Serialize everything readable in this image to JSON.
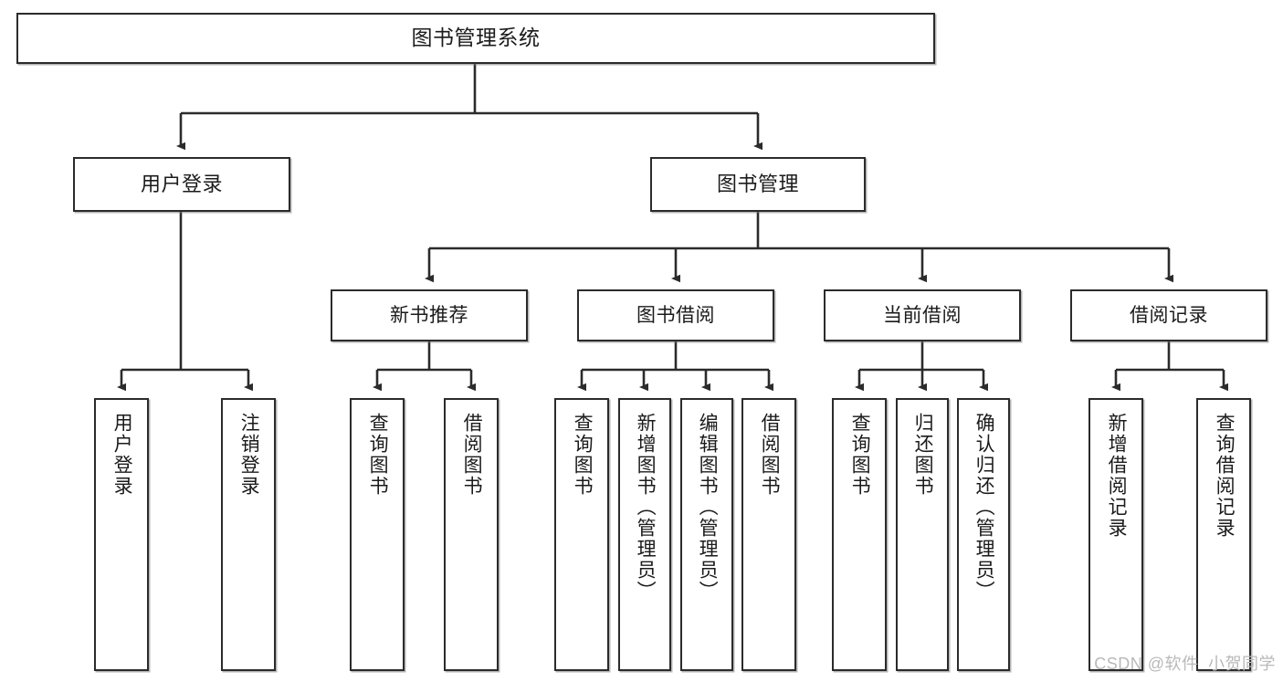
{
  "diagram": {
    "title": "图书管理系统",
    "type": "tree-hierarchy",
    "watermark": "CSDN @软件_小贺同学",
    "colors": {
      "background": "#ffffff",
      "box_border": "#2b2b2b",
      "box_fill": "#ffffff",
      "connector": "#2b2b2b",
      "text": "#1b1b1b",
      "watermark": "#b9b9b9"
    },
    "nodes": {
      "root": {
        "label": "图书管理系统"
      },
      "level2": [
        {
          "id": "user-login",
          "label": "用户登录"
        },
        {
          "id": "book-manage",
          "label": "图书管理"
        }
      ],
      "level3": [
        {
          "id": "new-book-recommend",
          "label": "新书推荐"
        },
        {
          "id": "book-borrow",
          "label": "图书借阅"
        },
        {
          "id": "current-borrow",
          "label": "当前借阅"
        },
        {
          "id": "borrow-record",
          "label": "借阅记录"
        }
      ],
      "leaves": {
        "user_login": [
          {
            "id": "leaf-user-login",
            "label": "用户登录"
          },
          {
            "id": "leaf-logout-login",
            "label": "注销登录"
          }
        ],
        "new_book_recommend": [
          {
            "id": "leaf-query-book-1",
            "label": "查询图书"
          },
          {
            "id": "leaf-borrow-book-1",
            "label": "借阅图书"
          }
        ],
        "book_borrow": [
          {
            "id": "leaf-query-book-2",
            "label": "查询图书"
          },
          {
            "id": "leaf-add-book",
            "label": "新增图书（管理员）"
          },
          {
            "id": "leaf-edit-book",
            "label": "编辑图书（管理员）"
          },
          {
            "id": "leaf-borrow-book-2",
            "label": "借阅图书"
          }
        ],
        "current_borrow": [
          {
            "id": "leaf-query-book-3",
            "label": "查询图书"
          },
          {
            "id": "leaf-return-book",
            "label": "归还图书"
          },
          {
            "id": "leaf-confirm-return",
            "label": "确认归还（管理员）"
          }
        ],
        "borrow_record": [
          {
            "id": "leaf-add-record",
            "label": "新增借阅记录"
          },
          {
            "id": "leaf-query-record",
            "label": "查询借阅记录"
          }
        ]
      }
    }
  }
}
